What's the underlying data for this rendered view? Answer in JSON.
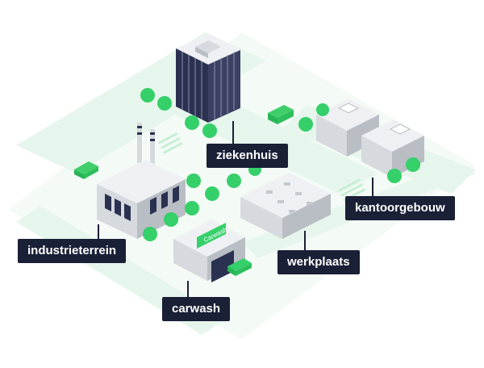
{
  "locations": [
    {
      "id": "ziekenhuis",
      "label": "ziekenhuis"
    },
    {
      "id": "kantoorgebouw",
      "label": "kantoorgebouw"
    },
    {
      "id": "industrieterrein",
      "label": "industrieterrein"
    },
    {
      "id": "werkplaats",
      "label": "werkplaats"
    },
    {
      "id": "carwash",
      "label": "carwash"
    }
  ],
  "carwash_sign": "Carwash",
  "colors": {
    "label_bg": "#1a2036",
    "label_text": "#ffffff",
    "ground": "#eaf7ee",
    "road_stripe": "#c9edd5",
    "tree": "#35d06a",
    "truck": "#3fcf6a",
    "building_light": "#eef0f3",
    "building_mid": "#d6d9de",
    "building_dark": "#b9bdc4",
    "window": "#2b3150"
  }
}
